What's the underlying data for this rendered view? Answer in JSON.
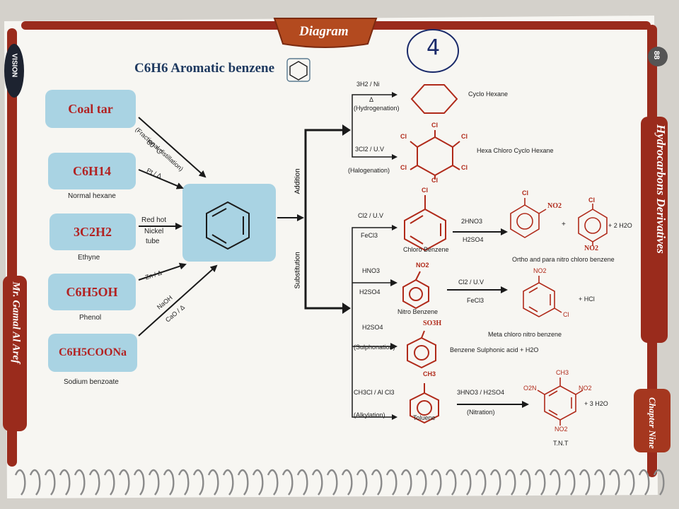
{
  "header": {
    "tab": "Diagram",
    "page_number": "88",
    "title": "C6H6 Aromatic benzene",
    "handwritten_mark": "4"
  },
  "side": {
    "brand": "VISION",
    "right_title": "Hydrocarbons Derivatives",
    "left_author": "Mr. Gamal Al Aref",
    "chapter": "Chapter Nine"
  },
  "sources": [
    {
      "formula": "Coal tar",
      "caption": ""
    },
    {
      "formula": "C6H14",
      "caption": "Normal hexane"
    },
    {
      "formula": "3C2H2",
      "caption": "Ethyne"
    },
    {
      "formula": "C6H5OH",
      "caption": "Phenol"
    },
    {
      "formula": "C6H5COONa",
      "caption": "Sodium benzoate"
    }
  ],
  "conditions": {
    "coal_tar": [
      "(Fractional distillation)",
      "80 °C"
    ],
    "hexane": "Pt / Δ",
    "ethyne": [
      "Red hot",
      "Nickel",
      "tube"
    ],
    "phenol": "Zn / Δ",
    "benzoate": [
      "NaOH",
      "CaO / Δ"
    ]
  },
  "branches": {
    "addition": "Addition",
    "substitution": "Substitution"
  },
  "reactions": {
    "hydrogenation": {
      "reagent": "3H2 / Ni",
      "heat": "Δ",
      "type": "(Hydrogenation)",
      "product": "Cyclo Hexane"
    },
    "halogenation": {
      "reagent": "3Cl2 / U.V",
      "type": "(Halogenation)",
      "product": "Hexa Chloro Cyclo Hexane",
      "atom": "Cl"
    },
    "chlorination": {
      "reagent": "Cl2 / U.V",
      "catalyst": "FeCl3",
      "product": "Chloro Benzene",
      "atom": "Cl",
      "next_reagent": "2HNO3",
      "next_catalyst": "H2SO4",
      "plus": "+",
      "byproduct": "+ 2 H2O",
      "group": "NO2",
      "final": "Ortho and para nitro chloro benzene"
    },
    "nitration": {
      "reagent": "HNO3",
      "catalyst": "H2SO4",
      "product": "Nitro Benzene",
      "group": "NO2",
      "next_reagent": "Cl2 / U.V",
      "next_catalyst": "FeCl3",
      "byproduct": "+ HCl",
      "final": "Meta chloro nitro benzene",
      "atom": "Cl"
    },
    "sulphonation": {
      "reagent": "H2SO4",
      "type": "(Sulphonation)",
      "group": "SO3H",
      "product": "Benzene Sulphonic acid + H2O"
    },
    "alkylation": {
      "reagent": "CH3Cl / Al Cl3",
      "type": "(Alkylation)",
      "group": "CH3",
      "product": "Toluene",
      "next_reagent": "3HNO3 / H2SO4",
      "next_type": "(Nitration)",
      "byproduct": "+ 3 H2O",
      "final": "T.N.T",
      "o2n": "O2N",
      "no2": "NO2"
    }
  },
  "colors": {
    "box": "#a9d3e3",
    "red": "#b22222",
    "paper": "#f7f6f2",
    "rod": "#9a2b1c"
  }
}
